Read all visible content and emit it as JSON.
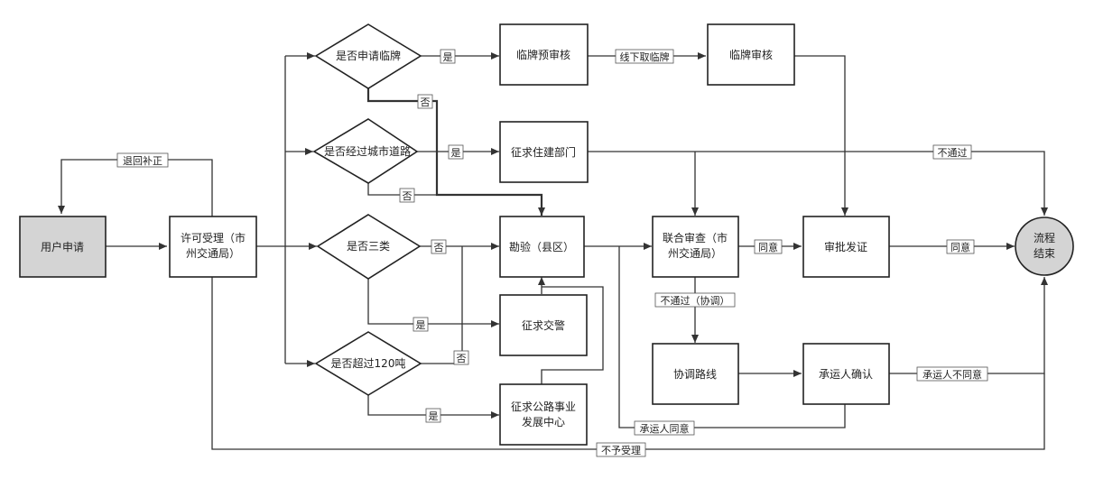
{
  "nodes": {
    "user_apply": "用户申请",
    "permit_accept": [
      "许可受理（市",
      "州交通局）"
    ],
    "q_temp_plate": "是否申请临牌",
    "q_city_road": "是否经过城市道路",
    "q_class3": "是否三类",
    "q_over120": "是否超过120吨",
    "temp_pre_review": "临牌预审核",
    "temp_review": "临牌审核",
    "consult_housing": "征求住建部门",
    "inspect_county": "勘验（县区）",
    "consult_police": "征求交警",
    "consult_highway": [
      "征求公路事业",
      "发展中心"
    ],
    "joint_review": [
      "联合审查（市",
      "州交通局）"
    ],
    "approve_issue": "审批发证",
    "end": [
      "流程",
      "结束"
    ],
    "coordinate_route": "协调路线",
    "carrier_confirm": "承运人确认"
  },
  "labels": {
    "return_fix": "退回补正",
    "yes_temp": "是",
    "no_temp": "否",
    "offline_plate": "线下取临牌",
    "yes_city": "是",
    "no_city": "否",
    "fail_housing": "不通过",
    "no_class3": "否",
    "yes_class3": "是",
    "no_over120": "否",
    "yes_over120": "是",
    "agree_joint": "同意",
    "agree_approve": "同意",
    "fail_coord": "不通过（协调）",
    "carrier_disagree": "承运人不同意",
    "carrier_agree": "承运人同意",
    "not_accept": "不予受理"
  },
  "colors": {
    "start_fill": "#d4d4d4",
    "end_fill": "#d4d4d4",
    "stroke": "#222222"
  }
}
